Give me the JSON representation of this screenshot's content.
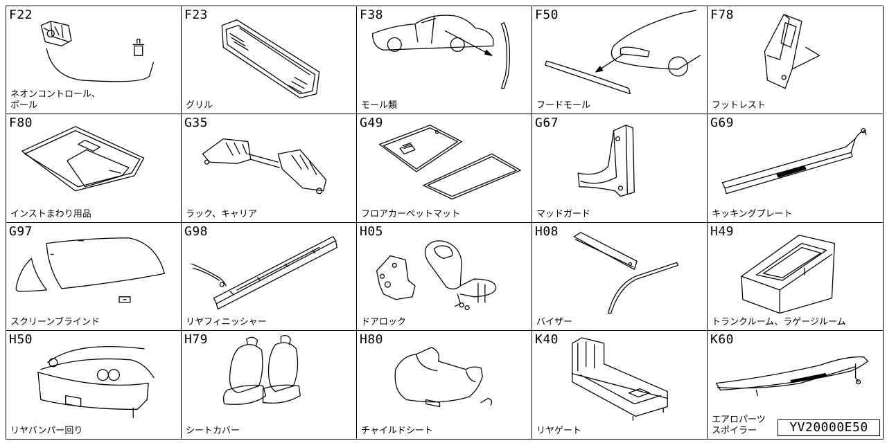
{
  "catalog": {
    "reference_code": "YV20000E50",
    "cells": [
      {
        "code": "F22",
        "label": "ネオンコントロール、\nポール",
        "illustration": "neon-control-pole"
      },
      {
        "code": "F23",
        "label": "グリル",
        "illustration": "grille"
      },
      {
        "code": "F38",
        "label": "モール類",
        "illustration": "moldings"
      },
      {
        "code": "F50",
        "label": "フードモール",
        "illustration": "hood-molding"
      },
      {
        "code": "F78",
        "label": "フットレスト",
        "illustration": "footrest"
      },
      {
        "code": "F80",
        "label": "インストまわり用品",
        "illustration": "instrument-panel-accessories"
      },
      {
        "code": "G35",
        "label": "ラック、キャリア",
        "illustration": "roof-rack-carrier"
      },
      {
        "code": "G49",
        "label": "フロアカーペットマット",
        "illustration": "floor-carpet-mat"
      },
      {
        "code": "G67",
        "label": "マッドガード",
        "illustration": "mud-guard"
      },
      {
        "code": "G69",
        "label": "キッキングプレート",
        "illustration": "kicking-plate"
      },
      {
        "code": "G97",
        "label": "スクリーンブラインド",
        "illustration": "screen-blind"
      },
      {
        "code": "G98",
        "label": "リヤフィニッシャー",
        "illustration": "rear-finisher"
      },
      {
        "code": "H05",
        "label": "ドアロック",
        "illustration": "door-lock"
      },
      {
        "code": "H08",
        "label": "バイザー",
        "illustration": "visor"
      },
      {
        "code": "H49",
        "label": "トランクルーム、ラゲージルーム",
        "illustration": "trunk-room"
      },
      {
        "code": "H50",
        "label": "リヤバンパー回り",
        "illustration": "rear-bumper"
      },
      {
        "code": "H79",
        "label": "シートカバー",
        "illustration": "seat-cover"
      },
      {
        "code": "H80",
        "label": "チャイルドシート",
        "illustration": "child-seat"
      },
      {
        "code": "K40",
        "label": "リヤゲート",
        "illustration": "rear-gate"
      },
      {
        "code": "K60",
        "label": "エアロパーツ\nスポイラー",
        "illustration": "aero-parts-spoiler"
      }
    ]
  }
}
